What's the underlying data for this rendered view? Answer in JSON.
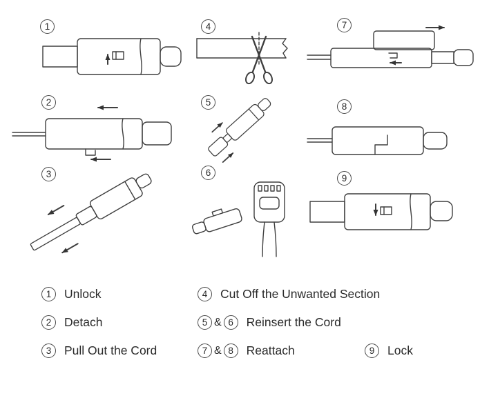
{
  "document": {
    "type": "instruction-diagram",
    "subject": "adjustable-length cable: shorten and reattach steps",
    "background": "#ffffff"
  },
  "steps": [
    {
      "num": "1",
      "action": "Unlock",
      "depicts": "connector with lock slider and up arrow"
    },
    {
      "num": "2",
      "action": "Detach",
      "depicts": "cover piece sliding off, arrows pointing left"
    },
    {
      "num": "3",
      "action": "Pull Out the Cord",
      "depicts": "tilted connector, cord pulled out, arrows pointing down-left"
    },
    {
      "num": "4",
      "action": "Cut Off the Unwanted Section",
      "depicts": "scissors cutting cable at dashed line"
    },
    {
      "num": "5",
      "action": "Reinsert the Cord",
      "depicts": "tilted cover and cord end, arrows pointing up-right"
    },
    {
      "num": "6",
      "action": "Reinsert the Cord",
      "depicts": "cover side view and connector front view with port"
    },
    {
      "num": "7",
      "action": "Reattach",
      "depicts": "cover sliding back on, arrow pointing right"
    },
    {
      "num": "8",
      "action": "Reattach",
      "depicts": "reassembled connector with interlock seam"
    },
    {
      "num": "9",
      "action": "Lock",
      "depicts": "connector with lock slider and down arrow"
    }
  ],
  "legend": {
    "items": [
      {
        "nums": [
          "1"
        ],
        "text": "Unlock"
      },
      {
        "nums": [
          "4"
        ],
        "text": "Cut Off the Unwanted Section"
      },
      {
        "nums": [
          "2"
        ],
        "text": "Detach"
      },
      {
        "nums": [
          "5",
          "6"
        ],
        "joiner": "&",
        "text": "Reinsert the Cord"
      },
      {
        "nums": [
          "3"
        ],
        "text": "Pull Out the Cord"
      },
      {
        "nums": [
          "7",
          "8"
        ],
        "joiner": "&",
        "text": "Reattach"
      },
      {
        "nums": [
          "9"
        ],
        "text": "Lock"
      }
    ]
  },
  "colors": {
    "line": "#3f3f3f",
    "arrow": "#333333",
    "text": "#2a2a2a"
  }
}
